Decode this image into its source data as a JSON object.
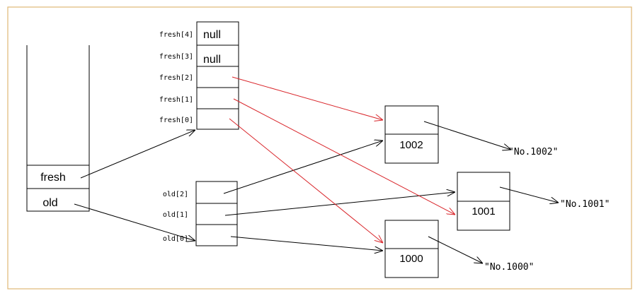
{
  "stack": {
    "slots": [
      {
        "id": "fresh",
        "label": "fresh"
      },
      {
        "id": "old",
        "label": "old"
      }
    ]
  },
  "fresh_array": {
    "cells": [
      {
        "index_label": "fresh[4]",
        "value": "null"
      },
      {
        "index_label": "fresh[3]",
        "value": "null"
      },
      {
        "index_label": "fresh[2]",
        "value": ""
      },
      {
        "index_label": "fresh[1]",
        "value": ""
      },
      {
        "index_label": "fresh[0]",
        "value": ""
      }
    ]
  },
  "old_array": {
    "cells": [
      {
        "index_label": "old[2]",
        "value": ""
      },
      {
        "index_label": "old[1]",
        "value": ""
      },
      {
        "index_label": "old[0]",
        "value": ""
      }
    ]
  },
  "objects": [
    {
      "id": "obj1002",
      "value": "1002",
      "string": "\"No.1002\""
    },
    {
      "id": "obj1001",
      "value": "1001",
      "string": "\"No.1001\""
    },
    {
      "id": "obj1000",
      "value": "1000",
      "string": "\"No.1000\""
    }
  ],
  "references": [
    {
      "from": "fresh",
      "to": "fresh_array",
      "color": "#000000"
    },
    {
      "from": "old",
      "to": "old_array",
      "color": "#000000"
    },
    {
      "from": "old[2]",
      "to": "1002",
      "color": "#000000"
    },
    {
      "from": "old[1]",
      "to": "1001",
      "color": "#000000"
    },
    {
      "from": "old[0]",
      "to": "1000",
      "color": "#000000"
    },
    {
      "from": "fresh[2]",
      "to": "1002",
      "color": "#d9262b"
    },
    {
      "from": "fresh[1]",
      "to": "1001",
      "color": "#d9262b"
    },
    {
      "from": "fresh[0]",
      "to": "1000",
      "color": "#d9262b"
    },
    {
      "from": "1002",
      "to": "\"No.1002\"",
      "color": "#000000"
    },
    {
      "from": "1001",
      "to": "\"No.1001\"",
      "color": "#000000"
    },
    {
      "from": "1000",
      "to": "\"No.1000\"",
      "color": "#000000"
    }
  ]
}
